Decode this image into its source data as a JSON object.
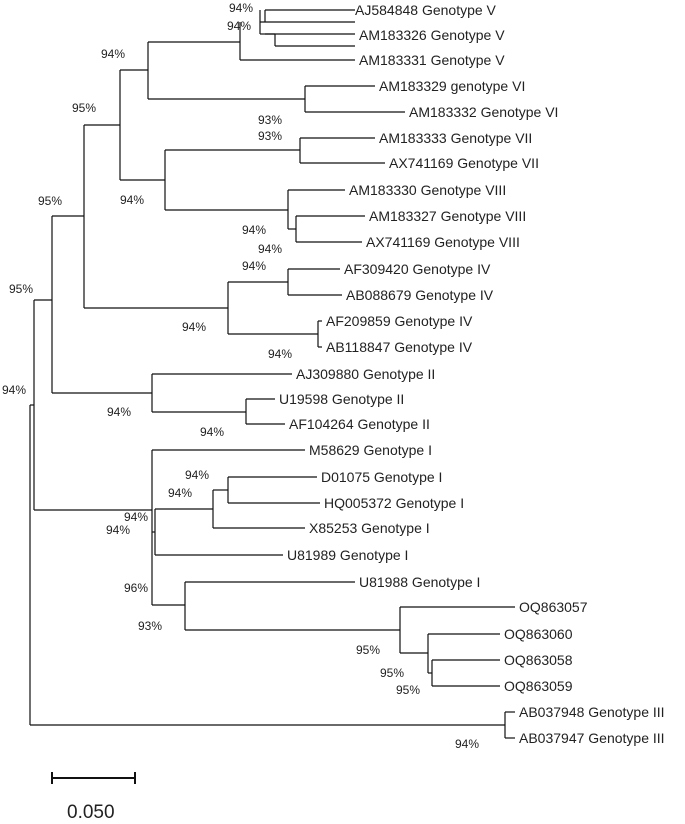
{
  "tree": {
    "taxa": [
      {
        "id": "aj584848",
        "label": "AJ584848 Genotype V"
      },
      {
        "id": "am183326",
        "label": "AM183326 Genotype V"
      },
      {
        "id": "am183331",
        "label": "AM183331 Genotype V"
      },
      {
        "id": "am183329",
        "label": "AM183329 genotype VI"
      },
      {
        "id": "am183332",
        "label": "AM183332 Genotype VI"
      },
      {
        "id": "am183333",
        "label": "AM183333 Genotype VII"
      },
      {
        "id": "ax741169-vii",
        "label": "AX741169 Genotype VII"
      },
      {
        "id": "am183330",
        "label": "AM183330 Genotype VIII"
      },
      {
        "id": "am183327",
        "label": "AM183327 Genotype VIII"
      },
      {
        "id": "ax741169-viii",
        "label": "AX741169 Genotype VIII"
      },
      {
        "id": "af309420",
        "label": "AF309420 Genotype IV"
      },
      {
        "id": "ab088679",
        "label": "AB088679 Genotype IV"
      },
      {
        "id": "af209859",
        "label": "AF209859 Genotype IV"
      },
      {
        "id": "ab118847",
        "label": "AB118847 Genotype IV"
      },
      {
        "id": "aj309880",
        "label": "AJ309880 Genotype II"
      },
      {
        "id": "u19598",
        "label": "U19598 Genotype II"
      },
      {
        "id": "af104264",
        "label": "AF104264 Genotype II"
      },
      {
        "id": "m58629",
        "label": "M58629 Genotype I"
      },
      {
        "id": "d01075",
        "label": "D01075 Genotype I"
      },
      {
        "id": "hq005372",
        "label": "HQ005372 Genotype I"
      },
      {
        "id": "x85253",
        "label": "X85253 Genotype I"
      },
      {
        "id": "u81989",
        "label": "U81989 Genotype I"
      },
      {
        "id": "u81988",
        "label": "U81988 Genotype I"
      },
      {
        "id": "oq863057",
        "label": "OQ863057"
      },
      {
        "id": "oq863060",
        "label": "OQ863060"
      },
      {
        "id": "oq863058",
        "label": "OQ863058"
      },
      {
        "id": "oq863059",
        "label": "OQ863059"
      },
      {
        "id": "ab037948",
        "label": "AB037948 Genotype III"
      },
      {
        "id": "ab037947",
        "label": "AB037947 Genotype III"
      }
    ],
    "support_values": [
      "94%",
      "94%",
      "94%",
      "95%",
      "93%",
      "93%",
      "94%",
      "94%",
      "94%",
      "95%",
      "94%",
      "94%",
      "94%",
      "95%",
      "94%",
      "94%",
      "94%",
      "94%",
      "94%",
      "94%",
      "94%",
      "96%",
      "93%",
      "95%",
      "95%",
      "95%",
      "94%"
    ],
    "scale_bar": {
      "label": "0.050",
      "value": 0.05
    }
  }
}
